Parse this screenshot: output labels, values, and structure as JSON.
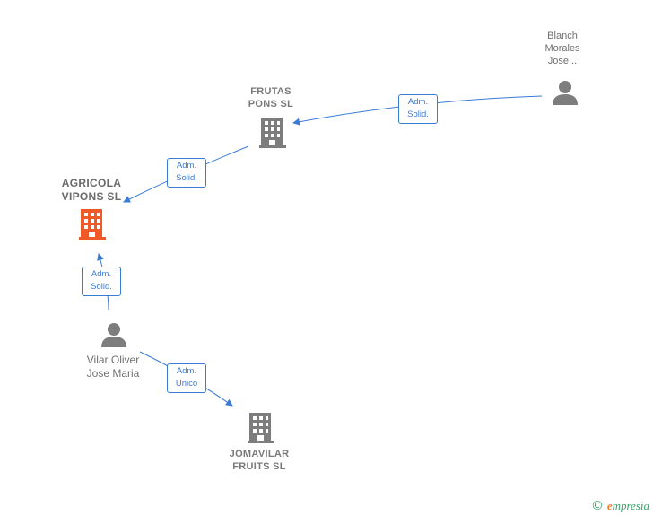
{
  "nodes": {
    "frutas_pons": {
      "label": "FRUTAS\nPONS SL",
      "type": "company"
    },
    "agricola_vipons": {
      "label": "AGRICOLA\nVIPONS  SL",
      "type": "company",
      "highlight": "#f05a28"
    },
    "jomavilar_fruits": {
      "label": "JOMAVILAR\nFRUITS  SL",
      "type": "company"
    },
    "blanch_morales": {
      "label": "Blanch\nMorales\nJose...",
      "type": "person"
    },
    "vilar_oliver": {
      "label": "Vilar Oliver\nJose Maria",
      "type": "person"
    }
  },
  "edges": {
    "blanch_to_frutas": {
      "label": "Adm.\nSolid."
    },
    "frutas_to_agricola": {
      "label": "Adm.\nSolid."
    },
    "vilar_to_agricola": {
      "label": "Adm.\nSolid."
    },
    "vilar_to_jomavilar": {
      "label": "Adm.\nUnico"
    }
  },
  "colors": {
    "edge": "#3a7bd5",
    "icon": "#7d7d7d",
    "focus": "#f05a28"
  },
  "brand": {
    "copyright": "©",
    "initial": "e",
    "rest": "mpresia"
  }
}
